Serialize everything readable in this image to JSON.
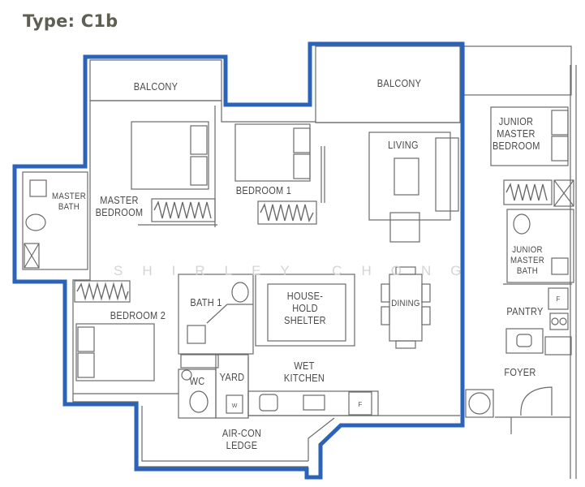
{
  "title": "Type: C1b",
  "watermark": "SHIRLEY CHONG",
  "colors": {
    "outline": "#2a63b8",
    "walls": "#6a6a6a",
    "title": "#5e5f52",
    "label": "#4a4a4a"
  },
  "rooms": {
    "balcony_left": "BALCONY",
    "balcony_right": "BALCONY",
    "master_bath": [
      "MASTER",
      "BATH"
    ],
    "master_bedroom": [
      "MASTER",
      "BEDROOM"
    ],
    "bedroom1": "BEDROOM  1",
    "living": "LIVING",
    "junior_master_bedroom": [
      "JUNIOR",
      "MASTER",
      "BEDROOM"
    ],
    "junior_master_bath": [
      "JUNIOR",
      "MASTER",
      "BATH"
    ],
    "bedroom2": "BEDROOM  2",
    "bath1": "BATH  1",
    "household_shelter": [
      "HOUSE-",
      "HOLD",
      "SHELTER"
    ],
    "dining": "DINING",
    "pantry": "PANTRY",
    "wc": "WC",
    "yard": "YARD",
    "wet_kitchen": [
      "WET",
      "KITCHEN"
    ],
    "foyer": "FOYER",
    "aircon_ledge": [
      "AIR-CON",
      "LEDGE"
    ]
  },
  "fixtures": {
    "fridge": "F",
    "washer": "W"
  }
}
